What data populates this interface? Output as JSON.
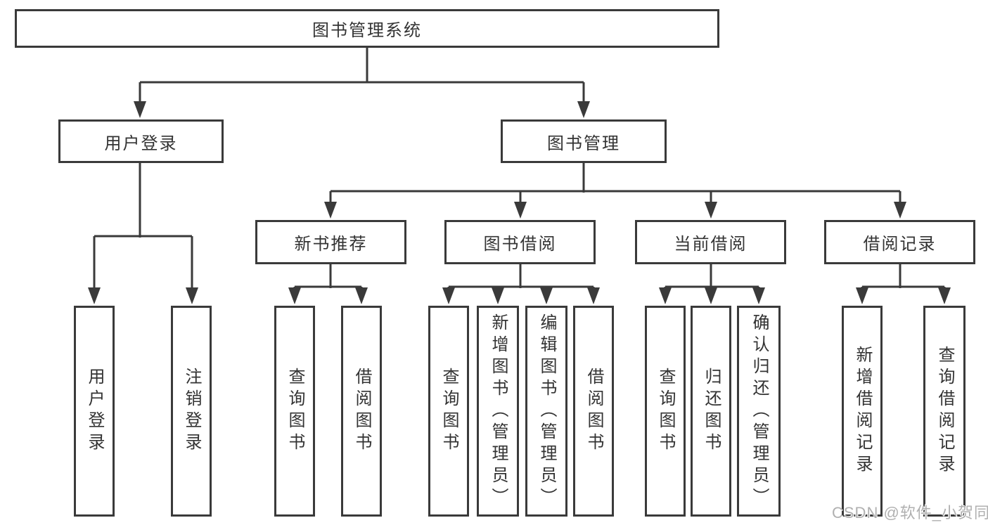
{
  "diagram": {
    "root": "图书管理系统",
    "branches": [
      {
        "label": "用户登录",
        "children": [
          "用户登录",
          "注销登录"
        ]
      },
      {
        "label": "图书管理",
        "groups": [
          {
            "label": "新书推荐",
            "children": [
              "查询图书",
              "借阅图书"
            ]
          },
          {
            "label": "图书借阅",
            "children": [
              "查询图书",
              "新增图书（管理员）",
              "编辑图书（管理员）",
              "借阅图书"
            ]
          },
          {
            "label": "当前借阅",
            "children": [
              "查询图书",
              "归还图书",
              "确认归还（管理员）"
            ]
          },
          {
            "label": "借阅记录",
            "children": [
              "新增借阅记录",
              "查询借阅记录"
            ]
          }
        ]
      }
    ]
  },
  "watermark": {
    "text": "CSDN @软件_小贺同学"
  },
  "colors": {
    "line": "#3a3a3a",
    "text": "#333333",
    "bg": "#ffffff",
    "watermark": "#b0b0b0"
  }
}
